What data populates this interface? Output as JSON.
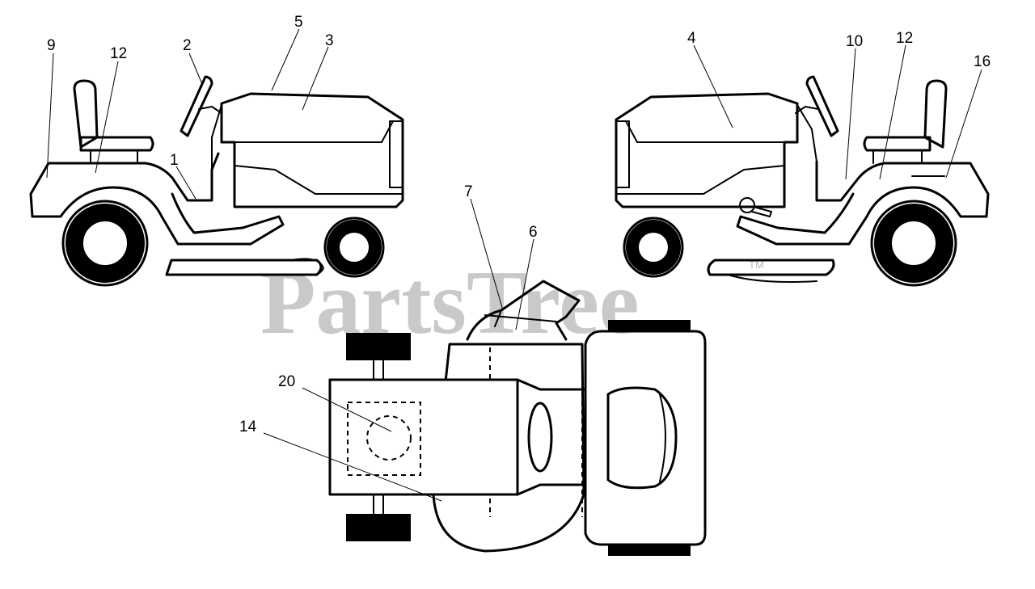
{
  "watermark": {
    "text": "PartsTree",
    "trademark": "TM"
  },
  "callouts": {
    "left_view": {
      "c9": "9",
      "c12": "12",
      "c2": "2",
      "c5": "5",
      "c3": "3",
      "c1": "1"
    },
    "right_view": {
      "c4": "4",
      "c10": "10",
      "c12": "12",
      "c16": "16"
    },
    "top_view": {
      "c7": "7",
      "c6": "6",
      "c20": "20",
      "c14": "14"
    }
  }
}
